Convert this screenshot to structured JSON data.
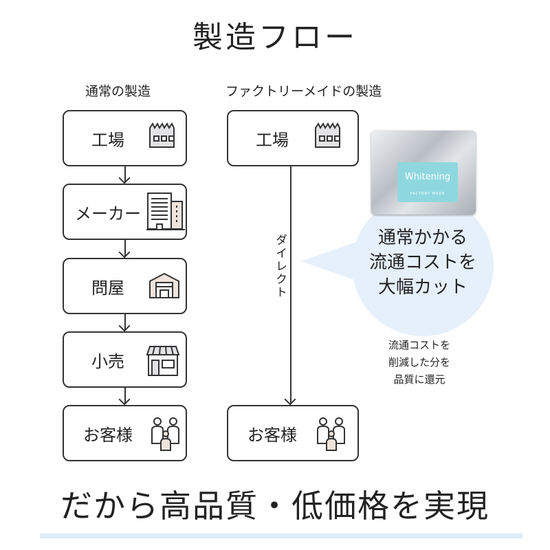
{
  "title": "製造フロー",
  "left_column": {
    "heading": "通常の製造",
    "steps": [
      {
        "label": "工場",
        "icon": "factory-icon"
      },
      {
        "label": "メーカー",
        "icon": "office-building-icon"
      },
      {
        "label": "問屋",
        "icon": "warehouse-icon"
      },
      {
        "label": "小売",
        "icon": "store-icon"
      },
      {
        "label": "お客様",
        "icon": "family-icon"
      }
    ]
  },
  "right_column": {
    "heading": "ファクトリーメイドの製造",
    "steps": [
      {
        "label": "工場",
        "icon": "factory-icon"
      },
      {
        "label": "お客様",
        "icon": "family-icon"
      }
    ],
    "connector_label": "ダイレクト"
  },
  "product": {
    "name": "Whitening",
    "sub": "FACTORY MADE"
  },
  "bubble": {
    "lines": [
      "通常かかる",
      "流通コストを",
      "大幅カット"
    ]
  },
  "note": {
    "lines": [
      "流通コストを",
      "削減した分を",
      "品質に還元"
    ]
  },
  "tagline": "だから高品質・低価格を実現",
  "colors": {
    "bubble": "#e5f0fb",
    "underline": "#deebf8",
    "label": "#8fd7df"
  }
}
